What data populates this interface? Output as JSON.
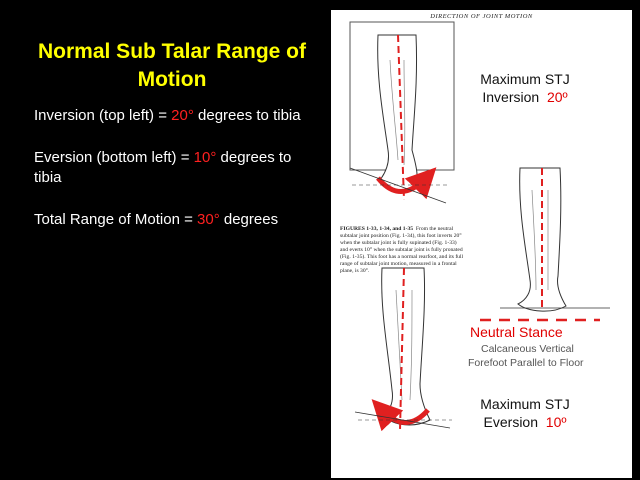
{
  "title": "Normal Sub Talar Range of Motion",
  "bullets": [
    {
      "pre": "Inversion (top left)  = ",
      "value": "20°",
      "post": " degrees to tibia"
    },
    {
      "pre": "Eversion (bottom left) = ",
      "value": "10°",
      "post": " degrees to tibia"
    },
    {
      "pre": "Total Range of Motion = ",
      "value": "30°",
      "post": " degrees"
    }
  ],
  "figure": {
    "header": "DIRECTION OF JOINT MOTION",
    "inversion_label": "Maximum STJ",
    "inversion_word": "Inversion",
    "inversion_value": "20º",
    "eversion_label": "Maximum STJ",
    "eversion_word": "Eversion",
    "eversion_value": "10º",
    "neutral_title": "Neutral Stance",
    "neutral_line1": "Calcaneous Vertical",
    "neutral_line2": "Forefoot Parallel to Floor",
    "caption_ref": "FIGURES 1-33, 1-34, and 1-35",
    "caption_text": "From the neutral subtalar joint position (Fig. 1-34), this foot inverts 20° when the subtalar joint is fully supinated (Fig. 1-33) and everts 10° when the subtalar joint is fully pronated (Fig. 1-35). This foot has a normal rearfoot, and its full range of subtalar joint motion, measured in a frontal plane, is 30°."
  },
  "colors": {
    "background": "#000000",
    "title": "#ffff00",
    "text": "#ffffff",
    "accent": "#ff2020",
    "panel": "#ffffff"
  }
}
